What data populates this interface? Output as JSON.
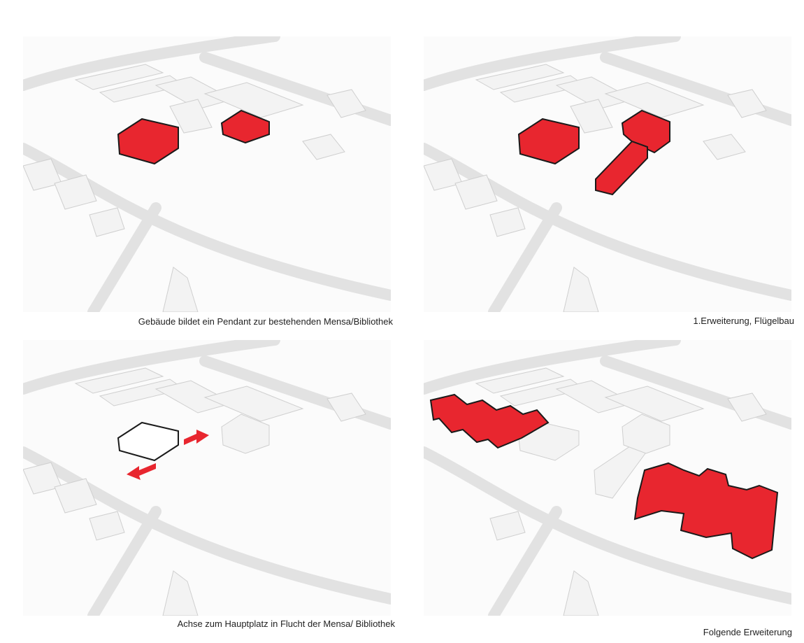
{
  "colors": {
    "highlight": "#e8262f",
    "road": "#e6e6e6",
    "building": "#f4f4f4",
    "ground": "#fbfbfb"
  },
  "panels": [
    {
      "caption": "Gebäude bildet ein Pendant zur bestehenden Mensa/Bibliothek"
    },
    {
      "caption": "1.Erweiterung, Flügelbau"
    },
    {
      "caption": "Achse zum Hauptplatz in Flucht der Mensa/ Bibliothek"
    },
    {
      "caption": "Folgende Erweiterung"
    }
  ]
}
